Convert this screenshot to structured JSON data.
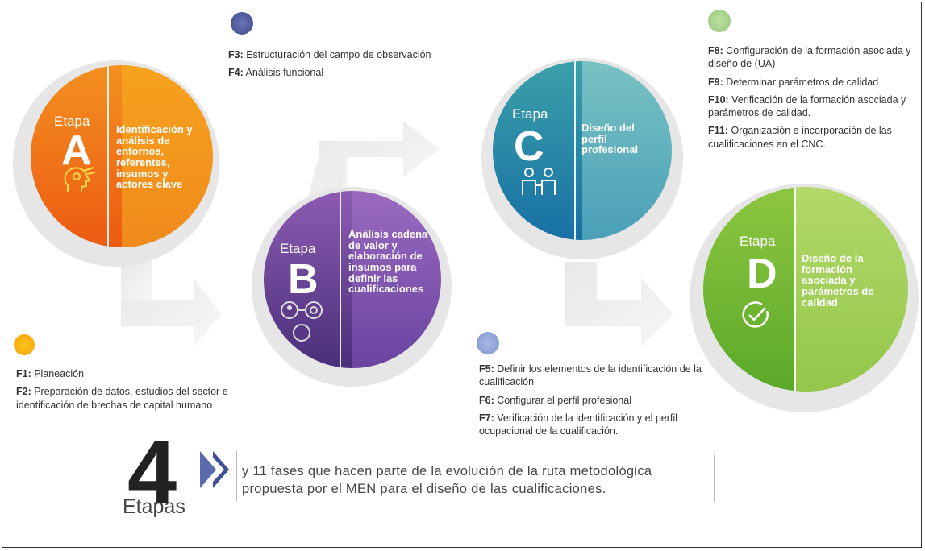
{
  "stages": [
    {
      "word": "Etapa",
      "letter": "A",
      "desc": "Identificación y análisis de entornos, referentes, insumos y actores clave",
      "icon": "head-gears-icon"
    },
    {
      "word": "Etapa",
      "letter": "B",
      "desc": "Análisis cadena de valor y elaboración de insumos para definir las cualificaciones",
      "icon": "people-network-icon"
    },
    {
      "word": "Etapa",
      "letter": "C",
      "desc": "Diseño del perfil profesional",
      "icon": "two-workers-icon"
    },
    {
      "word": "Etapa",
      "letter": "D",
      "desc": "Diseño de la formación asociada y parámetros de calidad",
      "icon": "check-circle-icon"
    }
  ],
  "phase_groups": {
    "a": [
      {
        "code": "F1:",
        "text": " Planeación"
      },
      {
        "code": "F2:",
        "text": " Preparación de datos, estudios del sector e identificación de brechas de capital humano"
      }
    ],
    "b": [
      {
        "code": "F3:",
        "text": " Estructuración del campo de observación"
      },
      {
        "code": "F4:",
        "text": " Análisis funcional"
      }
    ],
    "c": [
      {
        "code": "F5:",
        "text": " Definir los elementos de la identificación de la cualificación"
      },
      {
        "code": "F6:",
        "text": " Configurar el perfil profesional"
      },
      {
        "code": "F7:",
        "text": " Verificación de la identificación y el perfil ocupacional de la cualificación."
      }
    ],
    "d": [
      {
        "code": "F8:",
        "text": " Configuración de la formación asociada y diseño de (UA)"
      },
      {
        "code": "F9:",
        "text": " Determinar parámetros de calidad"
      },
      {
        "code": "F10:",
        "text": " Verificación de la formación asociada y parámetros de calidad."
      },
      {
        "code": "F11:",
        "text": " Organización e incorporación de las cualificaciones en el CNC."
      }
    ]
  },
  "summary": {
    "number": "4",
    "unit": "Etapas",
    "text": "y 11 fases que hacen parte de la evolución de la ruta metodológica propuesta por el MEN para el diseño de las cualificaciones."
  },
  "colors": {
    "a_left": "#f07a1a",
    "a_right": "#f5a22a",
    "b_left": "#6e3f93",
    "b_right": "#8d5ab0",
    "c_left": "#1d7fa8",
    "c_right": "#6fbac5",
    "d_left": "#6fb530",
    "d_right": "#a9d45c",
    "dot_a": "#f7b512",
    "dot_b": "#5560a3",
    "dot_c": "#8fa6d6",
    "dot_d": "#a6d38a"
  }
}
